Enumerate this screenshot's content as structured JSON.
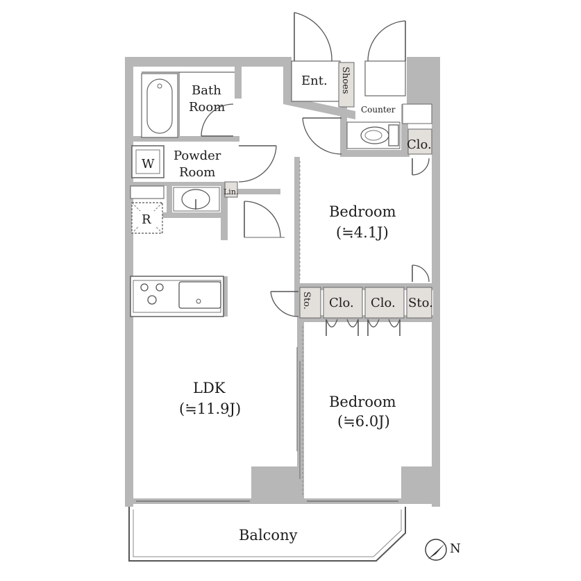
{
  "rooms": {
    "entrance": "Ent.",
    "shoes": "Shoes",
    "bath_line1": "Bath",
    "bath_line2": "Room",
    "powder_line1": "Powder",
    "powder_line2": "Room",
    "washer": "W",
    "linen": "Lin.",
    "refrigerator": "R",
    "counter": "Counter",
    "closet_toilet": "Clo.",
    "bedroom1_name": "Bedroom",
    "bedroom1_size": "(≒4.1J)",
    "storage_left": "Sto.",
    "closet_left": "Clo.",
    "closet_right": "Clo.",
    "storage_right": "Sto.",
    "ldk_name": "LDK",
    "ldk_size": "(≒11.9J)",
    "bedroom2_name": "Bedroom",
    "bedroom2_size": "(≒6.0J)",
    "balcony": "Balcony"
  },
  "compass": {
    "label": "N",
    "icon": "north-arrow-icon"
  },
  "colors": {
    "wall": "#b7b7b7",
    "wall_dark": "#9e9e9e",
    "closet_fill": "#e3dfdb",
    "line": "#555555"
  }
}
